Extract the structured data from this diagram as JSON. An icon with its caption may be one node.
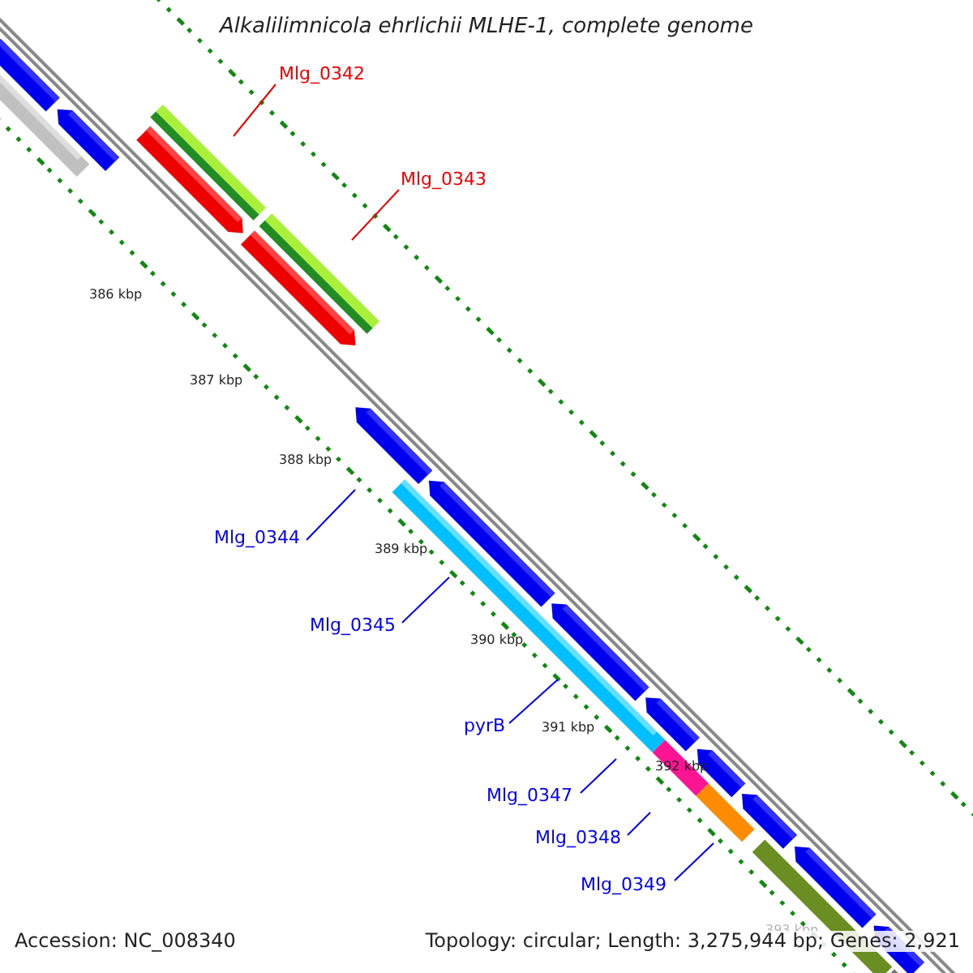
{
  "diagram": {
    "title": "Alkalilimnicola ehrlichii MLHE-1, complete genome",
    "nodes": [
      {
        "text": [
          "Mlg_0342"
        ]
      },
      {
        "text": [
          "Mlg_0343"
        ]
      },
      {
        "text": [
          "Mlg_0344"
        ]
      },
      {
        "text": [
          "Mlg_0345"
        ]
      },
      {
        "text": [
          "pyrB"
        ]
      },
      {
        "text": [
          "Mlg_0347"
        ]
      },
      {
        "text": [
          "Mlg_0348"
        ]
      },
      {
        "text": [
          "Mlg_0349"
        ]
      }
    ],
    "edges": [
      {
        "from": 0,
        "to": null,
        "arrow": "none",
        "color": "#ee0000"
      },
      {
        "from": 1,
        "to": null,
        "arrow": "none",
        "color": "#ee0000"
      },
      {
        "from": 2,
        "to": null,
        "arrow": "none"
      },
      {
        "from": 3,
        "to": null,
        "arrow": "none"
      },
      {
        "from": 4,
        "to": null,
        "arrow": "none"
      },
      {
        "from": 5,
        "to": null,
        "arrow": "none"
      },
      {
        "from": 6,
        "to": null,
        "arrow": "none"
      },
      {
        "from": 7,
        "to": null,
        "arrow": "none"
      }
    ],
    "labels": [
      "386 kbp",
      "387 kbp",
      "388 kbp",
      "389 kbp",
      "390 kbp",
      "391 kbp",
      "392 kbp",
      "393 kbp",
      "Accession: NC_008340",
      "Topology: circular; Length: 3,275,944 bp; Genes: 2,921"
    ]
  }
}
